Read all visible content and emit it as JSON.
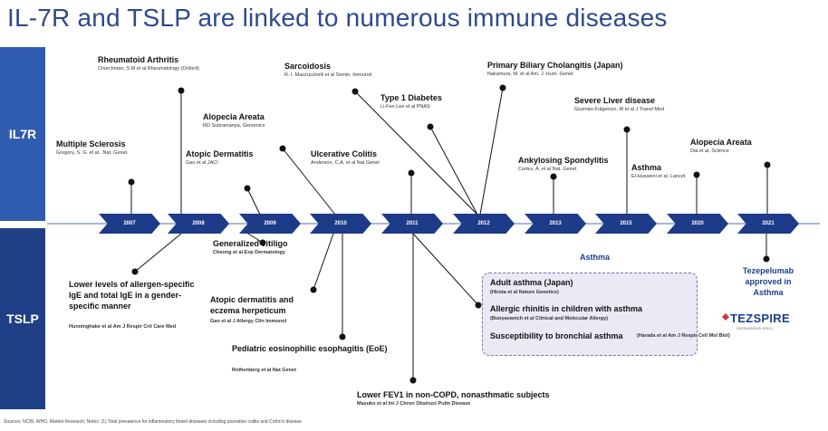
{
  "title": "IL-7R and TSLP are linked to numerous immune diseases",
  "bands": {
    "il7r": "IL7R",
    "tslp": "TSLP"
  },
  "years": [
    "2007",
    "2008",
    "2009",
    "2010",
    "2011",
    "2012",
    "2013",
    "2015",
    "2020",
    "2021"
  ],
  "il7r_events": [
    {
      "title": "Multiple Sclerosis",
      "source": "Gregory, S. G. et al.. Nat. Genet."
    },
    {
      "title": "Rheumatoid Arthritis",
      "source": "Churchman, S.M et al Rheumatology (Oxford)"
    },
    {
      "title": "Atopic Dermatitis",
      "source": "Gao et al JACI"
    },
    {
      "title": "Alopecia Areata",
      "source": "RD Subramanya, Genomics"
    },
    {
      "title": "Ulcerative Colitis",
      "source": "Anderson, C.A. et al Nat Genet"
    },
    {
      "title": "Sarcoidosis",
      "source": "R. I. Mazzucchelli et al Semin. Immunol"
    },
    {
      "title": "Type 1 Diabetes",
      "source": "Li-Fen Lee et al PNAS"
    },
    {
      "title": "Primary Biliary Cholangitis (Japan)",
      "source": "Nakamura, M. et al Am. J. Hum. Genet"
    },
    {
      "title": "Ankylosing Spondylitis",
      "source": "Cortes, A. et al Nat. Genet."
    },
    {
      "title": "Severe Liver disease",
      "source": "Guzmán-Fulgencio, M et al J Transl Med"
    },
    {
      "title": "Asthma",
      "source": "El-Husseini et al, Lancet"
    },
    {
      "title": "Alopecia Areata",
      "source": "Dai et al, Science"
    }
  ],
  "tslp_events": [
    {
      "title": "Lower levels of allergen-specific IgE and total IgE in a gender-specific manner",
      "source": "Hunninghake et al Am J Respir Crit Care Med"
    },
    {
      "title": "Generalized vitiligo",
      "source": "Cheong et al Exp Dermatology"
    },
    {
      "title": "Atopic dermatitis and eczema herpeticum",
      "source": "Gao et al J Allergy Clin Immunol"
    },
    {
      "title": "Pediatric eosinophilic esophagitis (EoE)",
      "source": "Rothenberg et al Nat Genet"
    },
    {
      "title": "Lower FEV1 in non-COPD, nonasthmatic subjects",
      "source": "Masuko et al Int J Chron Obstruct Pulm Disease"
    }
  ],
  "tslp_asthma_label": "Asthma",
  "asthma_box": [
    {
      "title": "Adult asthma (Japan)",
      "source": "(Hirota et al Nature Genetics)"
    },
    {
      "title": "Allergic rhinitis in children with asthma",
      "source": "(Bunyavanich et al Clinical and Molecular Allergy)"
    },
    {
      "title": "Susceptibility to bronchial asthma",
      "source": "(Harada et al Am J Respir Cell Mol Biol)"
    }
  ],
  "tezepelumab": "Tezepelumab approved in Asthma",
  "brand": {
    "name": "TEZSPIRE",
    "sub": "(tezepelumab-ekko)"
  },
  "footer": "Sources: NCBI, WHO, Market Research; Notes: (1) Total prevalence for inflammatory bowel diseases including ulcerative colitis and Crohn's disease",
  "colors": {
    "title": "#2e4a8c",
    "il7r_band": "#2f5cb0",
    "tslp_band": "#1f3f86",
    "chevron": "#1d3b88",
    "box_fill": "#ece9f4",
    "box_border": "#7a72a6",
    "tezepelumab": "#1d3f88"
  }
}
